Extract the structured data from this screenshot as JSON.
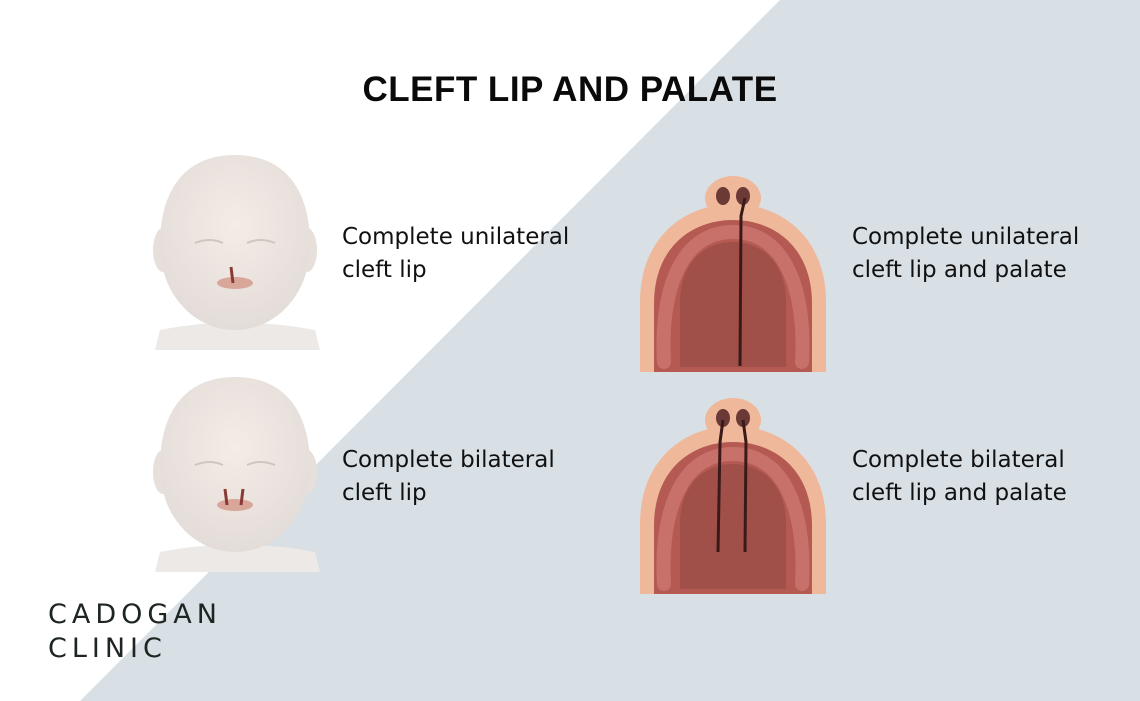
{
  "title": "CLEFT LIP AND PALATE",
  "items": [
    {
      "line1": "Complete unilateral",
      "line2": "cleft lip"
    },
    {
      "line1": "Complete unilateral",
      "line2": "cleft lip and palate"
    },
    {
      "line1": "Complete bilateral",
      "line2": "cleft lip"
    },
    {
      "line1": "Complete bilateral",
      "line2": "cleft lip and palate"
    }
  ],
  "logo": {
    "line1": "CADOGAN",
    "line2": "CLINIC"
  },
  "colors": {
    "background_panel": "#d8e0e6",
    "text": "#111111"
  }
}
